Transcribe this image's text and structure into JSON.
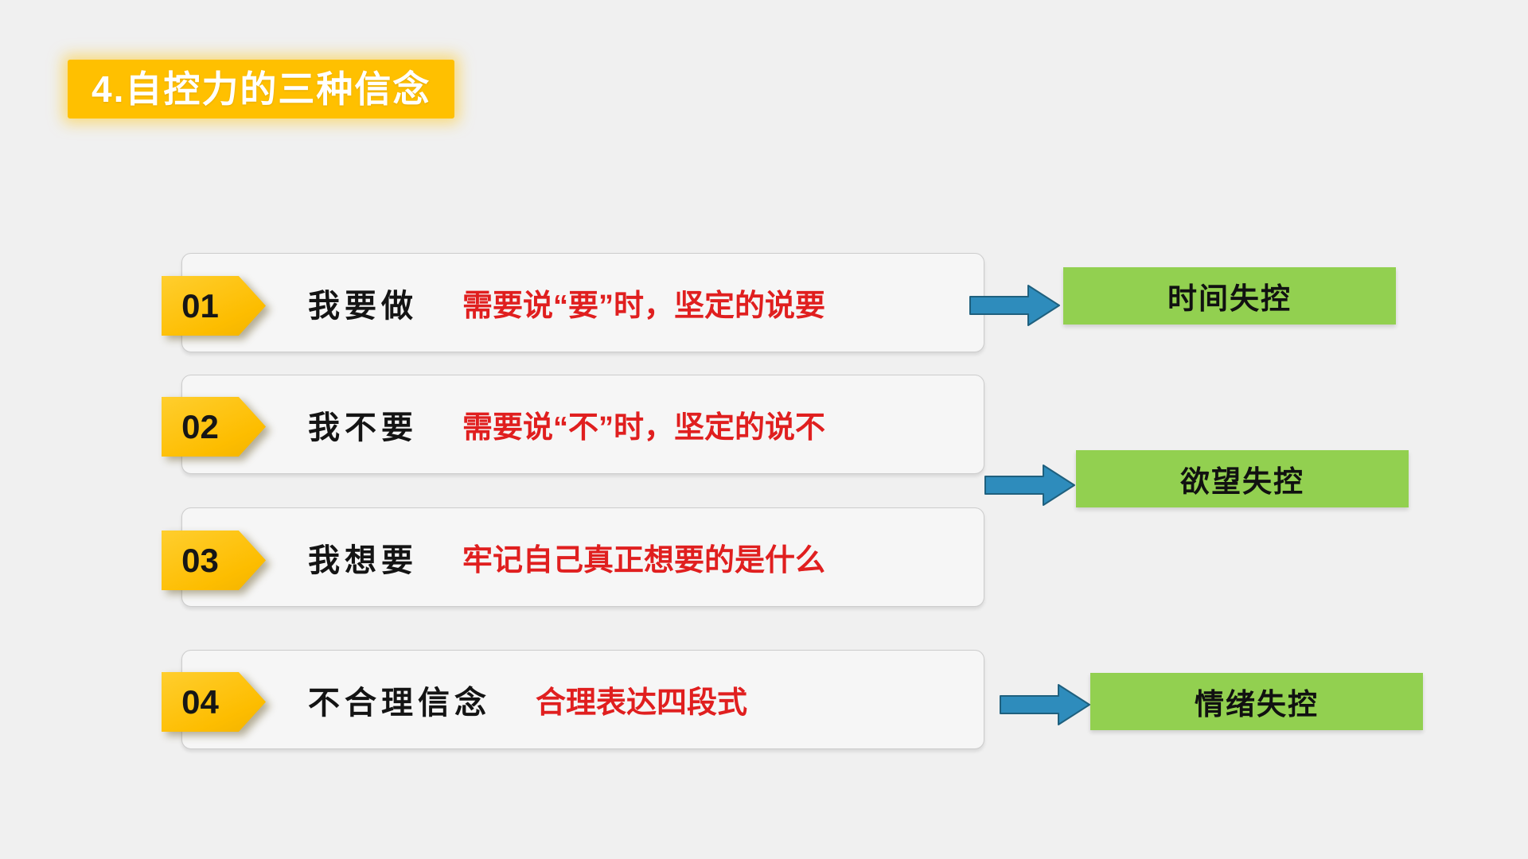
{
  "slide": {
    "title": "4.自控力的三种信念",
    "rows": [
      {
        "num": "01",
        "label": "我要做",
        "note": "需要说“要”时，坚定的说要"
      },
      {
        "num": "02",
        "label": "我不要",
        "note": "需要说“不”时，坚定的说不"
      },
      {
        "num": "03",
        "label": "我想要",
        "note": "牢记自己真正想要的是什么"
      },
      {
        "num": "04",
        "label": "不合理信念",
        "note": "合理表达四段式"
      }
    ],
    "outcomes": [
      {
        "label": "时间失控"
      },
      {
        "label": "欲望失控"
      },
      {
        "label": "情绪失控"
      }
    ],
    "colors": {
      "background": "#F0F0F0",
      "title_bg": "#FFC000",
      "title_text": "#FFFFFF",
      "badge_yellow": "#FFC000",
      "card_bg": "#F6F6F6",
      "card_border": "#CCCCCC",
      "label_black": "#141414",
      "note_red": "#E01F1F",
      "outcome_green": "#92D050",
      "arrow_blue_fill": "#2E8CBC",
      "arrow_blue_border": "#1F607E"
    }
  }
}
